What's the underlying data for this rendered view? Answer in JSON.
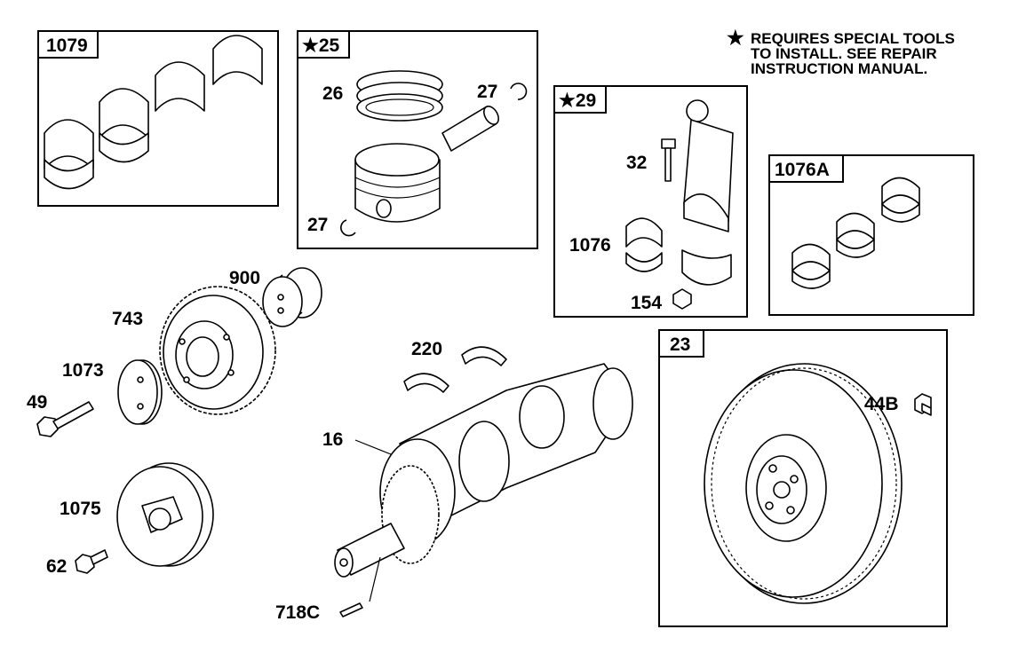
{
  "note": {
    "star": "★",
    "lines": [
      "REQUIRES SPECIAL TOOLS",
      "TO INSTALL.  SEE REPAIR",
      "INSTRUCTION MANUAL."
    ]
  },
  "boxes": {
    "bearings_main": "1079",
    "piston_kit": "★25",
    "rod_kit": "★29",
    "bearings_rod": "1076A",
    "flywheel": "23"
  },
  "labels": {
    "rings": "26",
    "pin_clip_top": "27",
    "pin_clip_bottom": "27",
    "rod_bolt": "32",
    "rod_bearing": "1076",
    "rod_nut": "154",
    "balancer": "900",
    "cam_gear": "743",
    "thrust_washer": "1073",
    "gear_bolt": "49",
    "pulley": "1075",
    "pulley_bolt": "62",
    "thrust_bearings": "220",
    "crankshaft": "16",
    "key": "718C",
    "flywheel_bolt": "44B"
  }
}
